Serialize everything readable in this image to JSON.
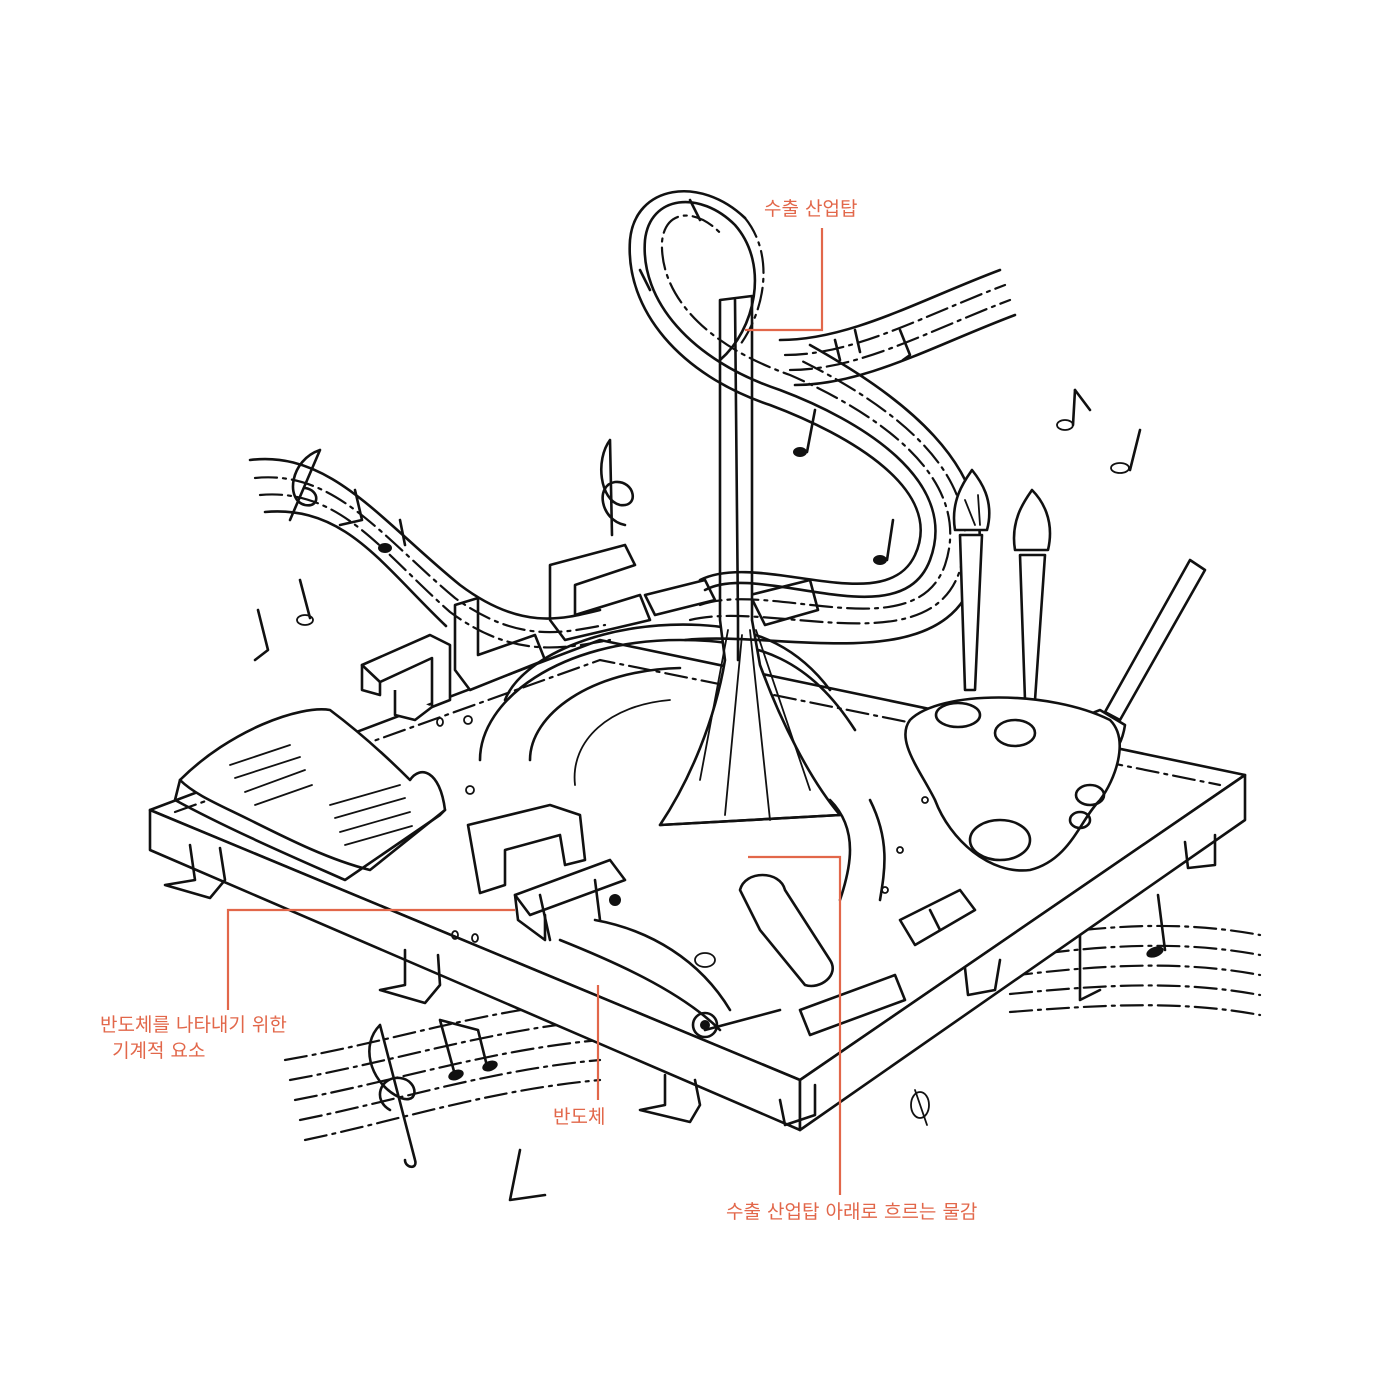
{
  "accent_color": "#e2674a",
  "ink_color": "#111111",
  "annotations": {
    "export_tower": "수출 산업탑",
    "machine_elements": "반도체를 나타내기 위한\n  기계적 요소",
    "semiconductor": "반도체",
    "flow_under_tower": "수출 산업탑 아래로 흐르는 물감"
  },
  "illustration_letters": [
    "ㄱ",
    "ㄴ",
    "ㄷ",
    "ㅅ"
  ],
  "icons": [
    "music-staff-icon",
    "treble-clef-icon",
    "eighth-note-icon",
    "open-book-icon",
    "paintbrush-icon",
    "paint-palette-icon",
    "paint-tube-icon",
    "tower-icon",
    "platform-icon"
  ]
}
